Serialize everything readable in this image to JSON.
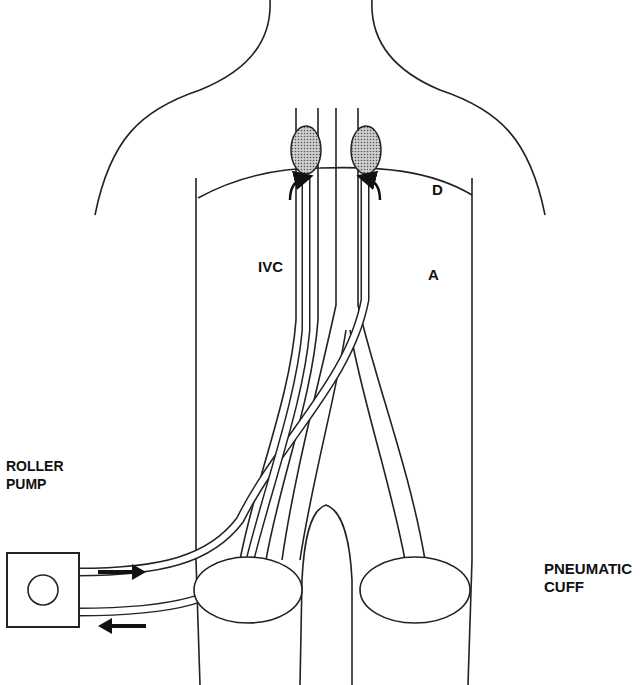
{
  "diagram": {
    "nodes": [
      {
        "text": [
          "ROLLER PUMP"
        ]
      }
    ],
    "labels": [
      "D",
      "IVC",
      "A",
      "PNEUMATIC CUFF"
    ]
  }
}
